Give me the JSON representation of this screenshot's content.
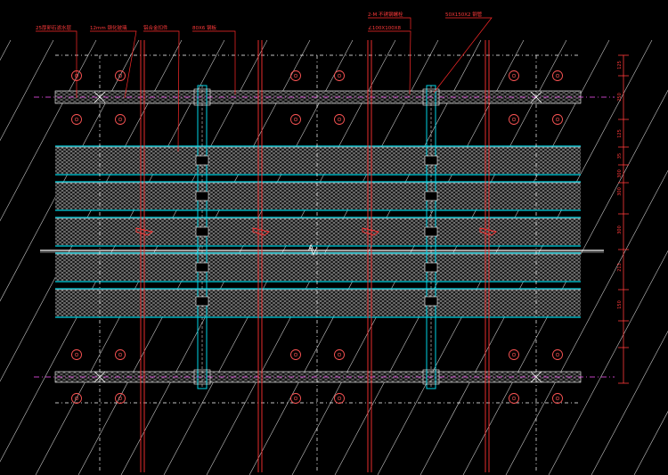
{
  "drawing": {
    "axis_label": "A",
    "colors": {
      "background": "#000000",
      "callout": "#ff2a2a",
      "purlin": "#ff3030",
      "bar": "#00d5e6",
      "anchor": "#ff5555",
      "grid": "#ffffff",
      "hatch": "#cfcfcf",
      "magenta": "#ff55ff",
      "dimension": "#ff3a3a"
    },
    "callouts": [
      "25厚卵石滤水层",
      "12mm 钢化玻璃",
      "铝合金扣件",
      "80X6 钢板",
      "2-M 不锈钢螺栓",
      "∠100X100X8",
      "50X150X2 钢管"
    ],
    "dimensions": [
      "125",
      "250",
      "125",
      "35",
      "300",
      "300",
      "300",
      "213",
      "150"
    ]
  }
}
